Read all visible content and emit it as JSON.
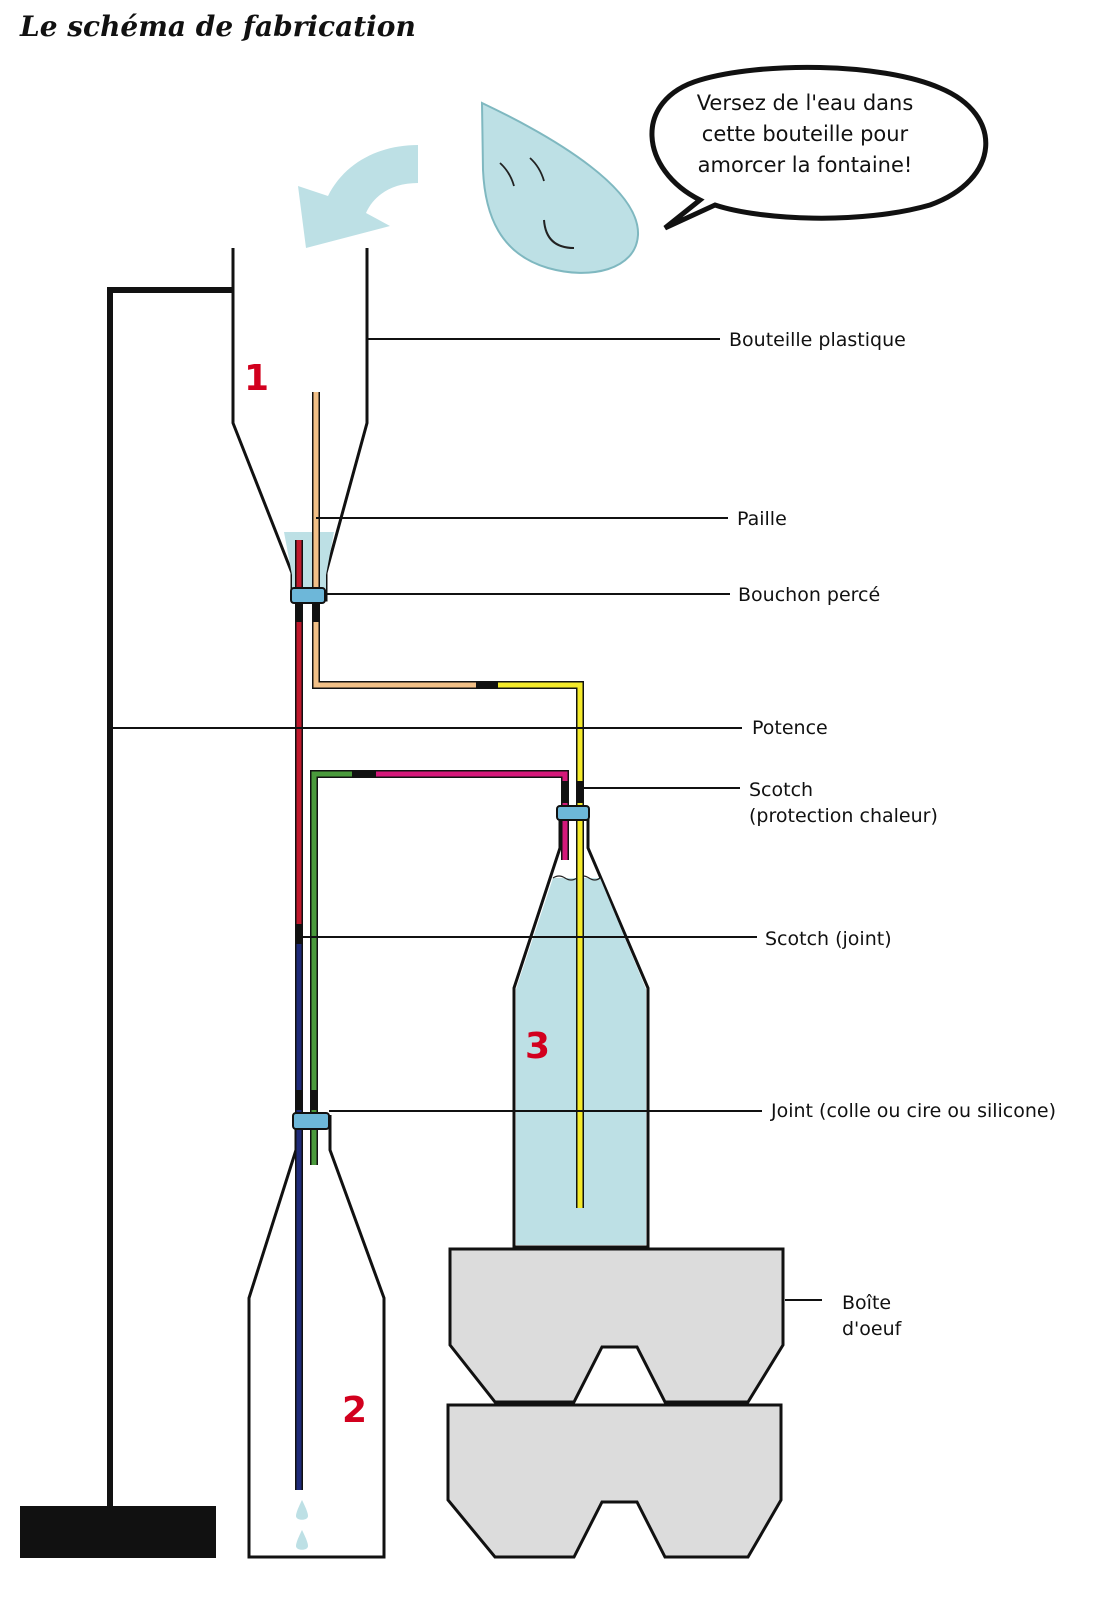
{
  "title": "Le schéma de fabrication",
  "speech_bubble": {
    "lines": [
      "Versez de l'eau dans",
      "cette bouteille pour",
      "amorcer la fontaine!"
    ]
  },
  "labels": {
    "bouteille": "Bouteille plastique",
    "paille": "Paille",
    "bouchon": "Bouchon percé",
    "potence": "Potence",
    "scotch_chaleur_1": "Scotch",
    "scotch_chaleur_2": "(protection chaleur)",
    "scotch_joint": "Scotch (joint)",
    "joint": "Joint (colle ou cire ou silicone)",
    "boite_1": "Boîte",
    "boite_2": "d'oeuf"
  },
  "bottle_numbers": {
    "one": "1",
    "two": "2",
    "three": "3"
  },
  "colors": {
    "water": "#bde0e5",
    "water_stroke": "#9fd0d6",
    "number_red": "#d2001e",
    "straw_orange": "#f2c087",
    "straw_yellow": "#f4ea2a",
    "straw_red": "#c0182c",
    "straw_navy": "#1e2a78",
    "straw_green": "#4a9a3c",
    "straw_pink": "#d4187a",
    "egg_box": "#dcdcdc",
    "cap_blue": "#6db7d9"
  }
}
